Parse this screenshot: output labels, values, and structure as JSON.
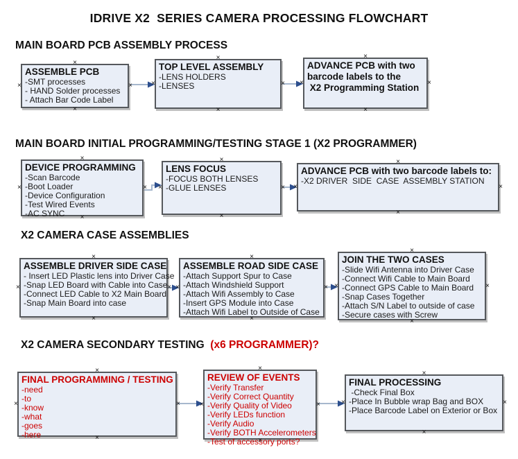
{
  "page_title": "IDRIVE X2  SERIES CAMERA PROCESSING FLOWCHART",
  "colors": {
    "red": "#cc0000",
    "box_fill": "#e9eef7",
    "box_border": "#55585c",
    "connector_line": "#a6b7cd",
    "arrowhead": "#2d4f8e",
    "text": "#1a1a1a"
  },
  "sections": [
    {
      "heading": {
        "text": "MAIN BOARD PCB ASSEMBLY PROCESS",
        "red_text": ""
      },
      "boxes": [
        {
          "title": "ASSEMBLE PCB",
          "red": false,
          "items": [
            "-SMT processes",
            "- HAND Solder processes",
            "- Attach Bar Code Label"
          ]
        },
        {
          "title": "TOP LEVEL ASSEMBLY",
          "red": false,
          "items": [
            "-LENS HOLDERS",
            "-LENSES"
          ]
        },
        {
          "title": "ADVANCE PCB with two\nbarcode labels to the\n X2 Programming Station",
          "red": false,
          "items": []
        }
      ]
    },
    {
      "heading": {
        "text": "MAIN BOARD INITIAL PROGRAMMING/TESTING STAGE 1 (X2 PROGRAMMER)",
        "red_text": ""
      },
      "boxes": [
        {
          "title": "DEVICE PROGRAMMING",
          "red": false,
          "items": [
            "-Scan Barcode",
            "-Boot Loader",
            "-Device Configuration",
            "-Test Wired Events",
            "-AC SYNC"
          ]
        },
        {
          "title": "LENS FOCUS",
          "red": false,
          "items": [
            "-FOCUS BOTH LENSES",
            "-GLUE LENSES"
          ]
        },
        {
          "title": "ADVANCE PCB with two barcode labels to:",
          "red": false,
          "items": [
            "-X2 DRIVER  SIDE  CASE  ASSEMBLY STATION"
          ]
        }
      ]
    },
    {
      "heading": {
        "text": "X2 CAMERA CASE ASSEMBLIES",
        "red_text": ""
      },
      "boxes": [
        {
          "title": "ASSEMBLE DRIVER SIDE CASE",
          "red": false,
          "items": [
            "- Insert LED Plastic lens into Driver Case",
            "-Snap LED Board with Cable into Case",
            "-Connect LED Cable to X2 Main Board",
            "-Snap Main Board into case"
          ]
        },
        {
          "title": "ASSEMBLE ROAD SIDE CASE",
          "red": false,
          "items": [
            "-Attach Support Spur to Case",
            "-Attach Windshield Support",
            "-Attach Wifi Assembly to Case",
            "-Insert GPS Module into Case",
            "-Attach Wifi Label to Outside of Case"
          ]
        },
        {
          "title": "JOIN THE TWO CASES",
          "red": false,
          "items": [
            "-Slide Wifi Antenna into Driver Case",
            "-Connect Wifi Cable to Main Board",
            "-Connect GPS Cable to Main Board",
            "-Snap Cases Together",
            "-Attach S/N Label to outside of case",
            "-Secure cases with Screw"
          ]
        }
      ]
    },
    {
      "heading": {
        "text": "X2 CAMERA SECONDARY TESTING  ",
        "red_text": "(x6 PROGRAMMER)?"
      },
      "boxes": [
        {
          "title": "FINAL PROGRAMMING / TESTING",
          "red": true,
          "items": [
            "-need",
            "-to",
            "-know",
            "-what",
            "-goes",
            "-here"
          ]
        },
        {
          "title": "REVIEW OF EVENTS",
          "red": true,
          "items": [
            "-Verify Transfer",
            "-Verify Correct Quantity",
            "-Verify Quality of Video",
            "-Verify LEDs function",
            "-Verify Audio",
            "-Verify BOTH Accelerometers",
            "-Test of accessory ports?"
          ]
        },
        {
          "title": "FINAL PROCESSING",
          "red": false,
          "items": [
            " -Check Final Box",
            "-Place In Bubble wrap Bag and BOX",
            "-Place Barcode Label on Exterior or Box"
          ]
        }
      ]
    }
  ]
}
